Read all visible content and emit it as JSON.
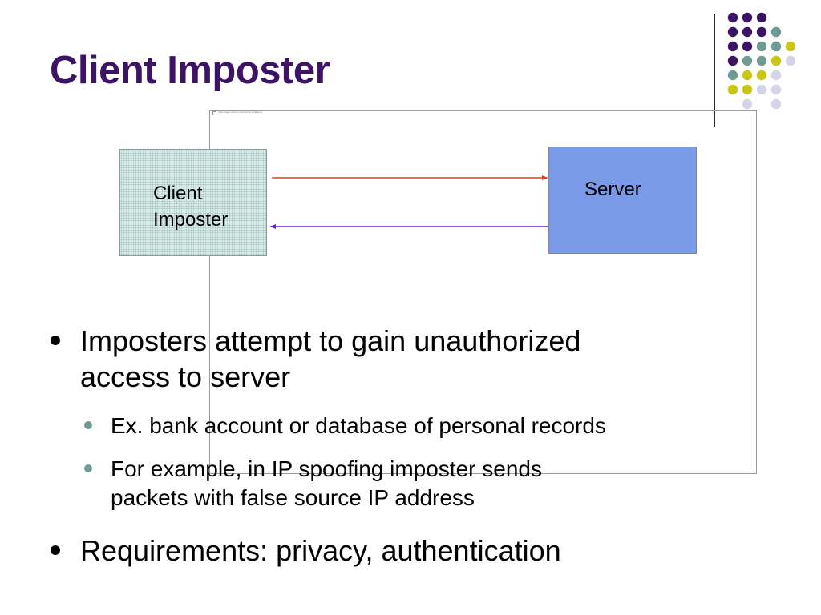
{
  "slide": {
    "title": "Client Imposter"
  },
  "colors": {
    "title": "#3d1366",
    "client_fill": "#d9ebe8",
    "server_fill": "#7a9ae8",
    "request_arrow": "#e0401a",
    "response_arrow": "#6a1de0",
    "bullet_level1": "#000000",
    "bullet_level2": "#6f9b96",
    "dot_purple": "#3d1366",
    "dot_teal": "#6f9b96",
    "dot_yellow": "#c9c713",
    "dot_lavender": "#d4d4e8"
  },
  "diagram": {
    "frame_caption": "This image cannot currently be displayed.",
    "client": {
      "line1": "Client",
      "line2": "Imposter"
    },
    "server": {
      "label": "Server"
    }
  },
  "bullets": [
    {
      "level": 1,
      "line1": "Imposters attempt to gain unauthorized",
      "line2": "access to server"
    },
    {
      "level": 2,
      "line1": "Ex. bank account or database of personal records"
    },
    {
      "level": 2,
      "line1": "For example, in IP spoofing imposter sends",
      "line2": "packets with false source IP address"
    },
    {
      "level": 1,
      "line1": "Requirements:  privacy, authentication"
    }
  ],
  "decor": {
    "dot_grid": [
      [
        "purple",
        "purple",
        "purple",
        null,
        null
      ],
      [
        "purple",
        "purple",
        "purple",
        "teal",
        null
      ],
      [
        "purple",
        "purple",
        "teal",
        "teal",
        "yellow"
      ],
      [
        "purple",
        "teal",
        "teal",
        "yellow",
        "lavender"
      ],
      [
        "teal",
        "yellow",
        "yellow",
        "lavender",
        null
      ],
      [
        "yellow",
        "yellow",
        "lavender",
        "lavender",
        null
      ],
      [
        null,
        "lavender",
        null,
        "lavender",
        null
      ]
    ]
  }
}
